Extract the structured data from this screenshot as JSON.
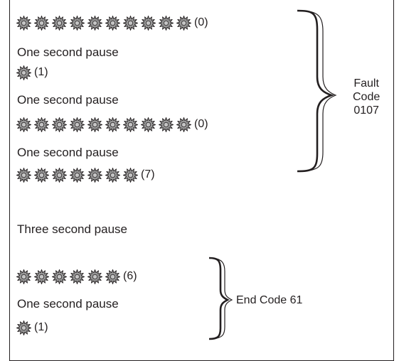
{
  "sequence": [
    {
      "kind": "flashes",
      "count": 10,
      "label": "(0)"
    },
    {
      "kind": "pause",
      "text": "One second pause"
    },
    {
      "kind": "flashes",
      "count": 1,
      "label": "(1)"
    },
    {
      "kind": "pause",
      "text": "One second pause"
    },
    {
      "kind": "flashes",
      "count": 10,
      "label": "(0)"
    },
    {
      "kind": "pause",
      "text": "One second pause"
    },
    {
      "kind": "flashes",
      "count": 7,
      "label": "(7)"
    },
    {
      "kind": "pause",
      "text": "Three second pause"
    },
    {
      "kind": "flashes",
      "count": 6,
      "label": "(6)"
    },
    {
      "kind": "pause",
      "text": "One second pause"
    },
    {
      "kind": "flashes",
      "count": 1,
      "label": "(1)"
    }
  ],
  "fault_code": {
    "line1": "Fault",
    "line2": "Code",
    "line3": "0107"
  },
  "end_code": {
    "label": "End Code 61"
  },
  "colors": {
    "ink": "#231f20",
    "flash_fill": "#9a9a9a"
  }
}
